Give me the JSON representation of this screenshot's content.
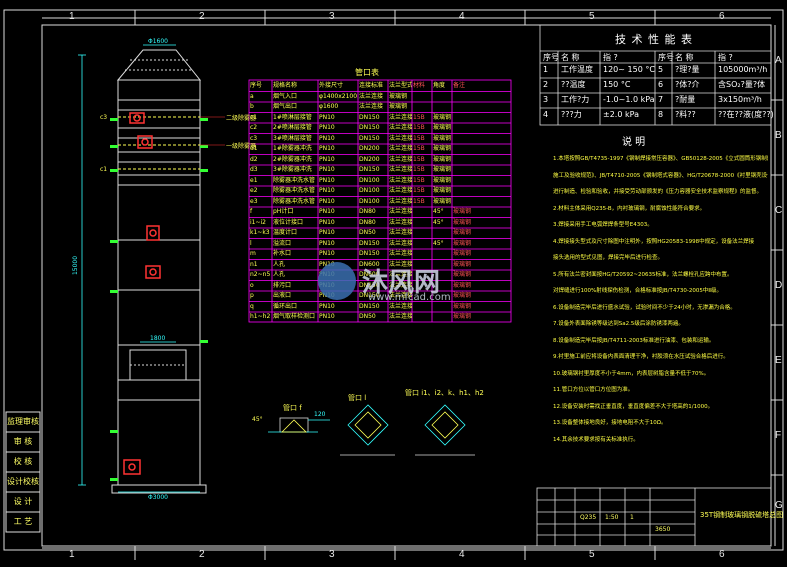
{
  "frame": {
    "top_numbers": [
      "1",
      "2",
      "3",
      "4",
      "5",
      "6"
    ],
    "bottom_numbers": [
      "1",
      "2",
      "3",
      "4",
      "5",
      "6"
    ],
    "right_letters": [
      "A",
      "B",
      "C",
      "D",
      "E",
      "F",
      "G"
    ]
  },
  "nozzle_table": {
    "title": "管口表",
    "headers": [
      "序号",
      "规格名称",
      "外接尺寸",
      "连接标准",
      "法兰型式",
      "材料",
      "角度",
      "备注"
    ],
    "rows": [
      [
        "a",
        "烟气入口",
        "φ1400x2100",
        "法兰连接",
        "玻璃钢",
        "",
        "",
        ""
      ],
      [
        "b",
        "烟气出口",
        "φ1600",
        "法兰连接",
        "玻璃钢",
        "",
        "",
        ""
      ],
      [
        "c1",
        "1#喷淋层接管",
        "PN10",
        "DN150",
        "法兰连接",
        "15B",
        "玻璃钢",
        ""
      ],
      [
        "c2",
        "2#喷淋层接管",
        "PN10",
        "DN150",
        "法兰连接",
        "15B",
        "玻璃钢",
        ""
      ],
      [
        "c3",
        "3#喷淋层接管",
        "PN10",
        "DN150",
        "法兰连接",
        "15B",
        "玻璃钢",
        ""
      ],
      [
        "d1",
        "1#除雾器冲洗",
        "PN10",
        "DN200",
        "法兰连接",
        "15B",
        "玻璃钢",
        ""
      ],
      [
        "d2",
        "2#除雾器冲洗",
        "PN10",
        "DN200",
        "法兰连接",
        "15B",
        "玻璃钢",
        ""
      ],
      [
        "d3",
        "3#除雾器冲洗",
        "PN10",
        "DN150",
        "法兰连接",
        "15B",
        "玻璃钢",
        ""
      ],
      [
        "e1",
        "除雾器冲洗水管",
        "PN10",
        "DN100",
        "法兰连接",
        "15B",
        "玻璃钢",
        ""
      ],
      [
        "e2",
        "除雾器冲洗水管",
        "PN10",
        "DN100",
        "法兰连接",
        "15B",
        "玻璃钢",
        ""
      ],
      [
        "e3",
        "除雾器冲洗水管",
        "PN10",
        "DN100",
        "法兰连接",
        "15B",
        "玻璃钢",
        ""
      ],
      [
        "f",
        "pH计口",
        "PN10",
        "DN80",
        "法兰连接",
        "",
        "45°",
        "玻璃钢"
      ],
      [
        "i1~i2",
        "液位计接口",
        "PN10",
        "DN80",
        "法兰连接",
        "",
        "45°",
        "玻璃钢"
      ],
      [
        "k1~k3",
        "温度计口",
        "PN10",
        "DN50",
        "法兰连接",
        "",
        "",
        "玻璃钢"
      ],
      [
        "l",
        "溢流口",
        "PN10",
        "DN150",
        "法兰连接",
        "",
        "45°",
        "玻璃钢"
      ],
      [
        "m",
        "补水口",
        "PN10",
        "DN150",
        "法兰连接",
        "",
        "",
        "玻璃钢"
      ],
      [
        "n1",
        "人孔",
        "PN10",
        "DN600",
        "法兰连接",
        "",
        "",
        "玻璃钢"
      ],
      [
        "n2~n5",
        "人孔",
        "PN10",
        "DN600",
        "法兰连接",
        "",
        "",
        "玻璃钢"
      ],
      [
        "o",
        "排污口",
        "PN10",
        "DN150",
        "法兰连接",
        "",
        "",
        "玻璃钢"
      ],
      [
        "p",
        "出液口",
        "PN10",
        "DN150",
        "法兰连接",
        "",
        "",
        "玻璃钢"
      ],
      [
        "q",
        "循环出口",
        "PN10",
        "DN150",
        "法兰连接",
        "",
        "",
        "玻璃钢"
      ],
      [
        "h1~h2",
        "烟气取样检测口",
        "PN10",
        "DN50",
        "法兰连接",
        "",
        "",
        "玻璃钢"
      ]
    ]
  },
  "tech_table": {
    "title": "技 术 性 能 表",
    "headers": [
      "序号",
      "名 称",
      "指 ?",
      "序号",
      "名 称",
      "指 ?"
    ],
    "rows": [
      [
        "1",
        "工作温度",
        "120~ 150 °C",
        "5",
        "?理?量",
        "105000m³/h"
      ],
      [
        "2",
        "??温度",
        "150 °C",
        "6",
        "?体?介",
        "含SO₂?量?体"
      ],
      [
        "3",
        "工作?力",
        "-1.0~1.0 kPa",
        "7",
        "?耐量",
        "3x150m³/h"
      ],
      [
        "4",
        "???力",
        "±2.0 kPa",
        "8",
        "?料??",
        "??在??液(度??)"
      ]
    ]
  },
  "notes": {
    "title": "说 明",
    "lines": [
      "1.本塔按照GB/T4735-1997《钢制焊接常压容器》、GB50128-2005《立式圆筒形钢制焊接储罐》",
      "  施工及验收规范》、JB/T4710-2005《钢制塔式容器》、HG/T20678-2000《衬里钢壳设计规定》",
      "  进行制造、检验和验收，并接受劳动部颁发的《压力容器安全技术监察规程》的监督。",
      "2.材料主体采用Q235-B，内衬玻璃钢，耐腐蚀性能符合要求。",
      "3.焊接采用手工电弧焊焊条型号E4303。",
      "4.焊接接头型式及尺寸除图中注明外，按照HG20583-1998中规定，设备法兰焊接",
      "  接头选用的型式见图，焊接完毕后进行检查。",
      "5.所有法兰密封面按HG/T20592~20635标准，法兰螺栓孔应跨中布置。",
      "  对焊缝进行100%射线探伤检测，合格标准按JB/T4730-2005中Ⅱ级。",
      "6.设备制造完毕后进行盛水试验，试验时间不少于24小时，无渗漏为合格。",
      "7.设备外表面除锈等级达到Sa2.5级后涂防锈漆两遍。",
      "8.设备制造完毕后按JB/T4711-2003标准进行油漆、包装和运输。",
      "9.衬里施工前应将设备内表面清理干净，衬胶须在水压试验合格后进行。",
      "10.玻璃钢衬里厚度不小于4mm，内表层树脂含量不低于70%。",
      "11.管口方位以管口方位图为准。",
      "12.设备安装时需找正垂直度，垂直度偏差不大于塔高的1/1000。",
      "13.设备整体接地良好，接地电阻不大于10Ω。",
      "14.其余技术要求按有关标准执行。"
    ]
  },
  "left_labels": [
    "监理审核",
    "审 核",
    "校 核",
    "设计校核",
    "设 计",
    "工 艺"
  ],
  "tower_labels": {
    "top_dim": "Φ1600",
    "height_dim": "15000",
    "bottom_dim": "Φ3000",
    "mid_dim": "1800",
    "right_a": "二级除雾器",
    "right_b": "一级除雾器",
    "label_c3": "c3",
    "label_c1": "c1"
  },
  "detail_views": {
    "view1_title": "管口 f",
    "view1_angle": "45°",
    "view1_dim": "120",
    "view2_title": "管口 l",
    "view3_title": "管口 i1、i2、k、h1、h2"
  },
  "title_block": {
    "drawing_title": "35T钢制玻璃钢脱硫塔总图",
    "scale": "1:50",
    "sheet": "1",
    "material": "Q235",
    "weight": "3650"
  },
  "watermark": {
    "brand": "沐风网",
    "url": "www.mfcad.com"
  },
  "colors": {
    "background": "#000000",
    "frame": "#ffffff",
    "magenta_table": "#ff00ff",
    "yellow_text": "#ffff55",
    "red": "#ff3333",
    "cyan": "#33ffff",
    "green": "#33ff33"
  }
}
